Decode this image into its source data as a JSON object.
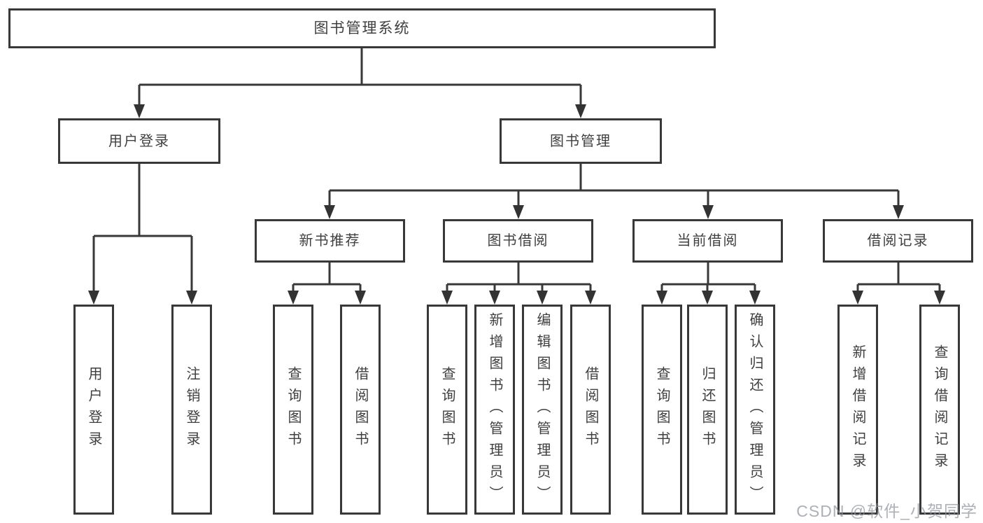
{
  "diagram": {
    "root": {
      "label": "图书管理系统"
    },
    "groups": [
      {
        "label": "用户登录",
        "children": [
          {
            "label": "用户登录"
          },
          {
            "label": "注销登录"
          }
        ]
      },
      {
        "label": "图书管理",
        "sections": [
          {
            "label": "新书推荐",
            "children": [
              {
                "label": "查询图书"
              },
              {
                "label": "借阅图书"
              }
            ]
          },
          {
            "label": "图书借阅",
            "children": [
              {
                "label": "查询图书"
              },
              {
                "label": "新增图书（管理员）"
              },
              {
                "label": "编辑图书（管理员）"
              },
              {
                "label": "借阅图书"
              }
            ]
          },
          {
            "label": "当前借阅",
            "children": [
              {
                "label": "查询图书"
              },
              {
                "label": "归还图书"
              },
              {
                "label": "确认归还（管理员）"
              }
            ]
          },
          {
            "label": "借阅记录",
            "children": [
              {
                "label": "新增借阅记录"
              },
              {
                "label": "查询借阅记录"
              }
            ]
          }
        ]
      }
    ],
    "watermark": "CSDN @软件_小贺同学",
    "colors": {
      "line": "#383838",
      "text": "#3f3f3f",
      "background": "#ffffff",
      "watermark_gray": "#8e9399"
    }
  }
}
